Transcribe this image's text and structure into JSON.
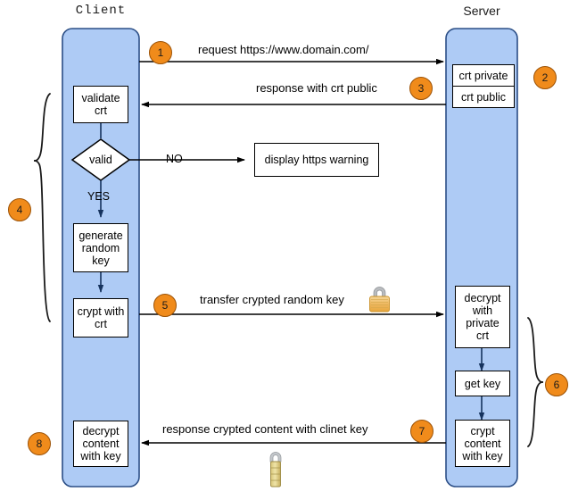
{
  "diagram": {
    "title_client": "Client",
    "title_server": "Server",
    "lane_color": "#AECBF5",
    "lane_border": "#2b4e86",
    "marker_color": "#F08B1B",
    "box_fill": "#FFFFFF",
    "box_border": "#000000"
  },
  "markers": [
    {
      "id": "1",
      "label": "1"
    },
    {
      "id": "2",
      "label": "2"
    },
    {
      "id": "3",
      "label": "3"
    },
    {
      "id": "4",
      "label": "4"
    },
    {
      "id": "5",
      "label": "5"
    },
    {
      "id": "6",
      "label": "6"
    },
    {
      "id": "7",
      "label": "7"
    },
    {
      "id": "8",
      "label": "8"
    }
  ],
  "messages": [
    {
      "id": "request",
      "text": "request https://www.domain.com/"
    },
    {
      "id": "response_crt",
      "text": "response with crt public"
    },
    {
      "id": "transfer_key",
      "text": "transfer crypted random key"
    },
    {
      "id": "response_content",
      "text": "response crypted content with clinet key"
    }
  ],
  "client_nodes": [
    {
      "id": "validate-crt",
      "text": "validate\ncrt"
    },
    {
      "id": "valid-decision",
      "text": "valid"
    },
    {
      "id": "generate-random-key",
      "text": "generate\nrandom\nkey"
    },
    {
      "id": "crypt-with-crt",
      "text": "crypt with\ncrt"
    },
    {
      "id": "decrypt-content-with-key",
      "text": "decrypt\ncontent\nwith key"
    }
  ],
  "server_nodes": [
    {
      "id": "crt-private",
      "text": "crt private"
    },
    {
      "id": "crt-public",
      "text": "crt public"
    },
    {
      "id": "decrypt-with-private-crt",
      "text": "decrypt\nwith\nprivate\ncrt"
    },
    {
      "id": "get-key",
      "text": "get key"
    },
    {
      "id": "crypt-content-with-key",
      "text": "crypt\ncontent\nwith key"
    }
  ],
  "external_nodes": [
    {
      "id": "https-warning",
      "text": "display https warning"
    }
  ],
  "branch_labels": [
    {
      "id": "no",
      "text": "NO"
    },
    {
      "id": "yes",
      "text": "YES"
    }
  ],
  "icons": [
    {
      "id": "padlock-closed",
      "name": "padlock-icon"
    },
    {
      "id": "padlock-combination",
      "name": "combination-padlock-icon"
    }
  ]
}
